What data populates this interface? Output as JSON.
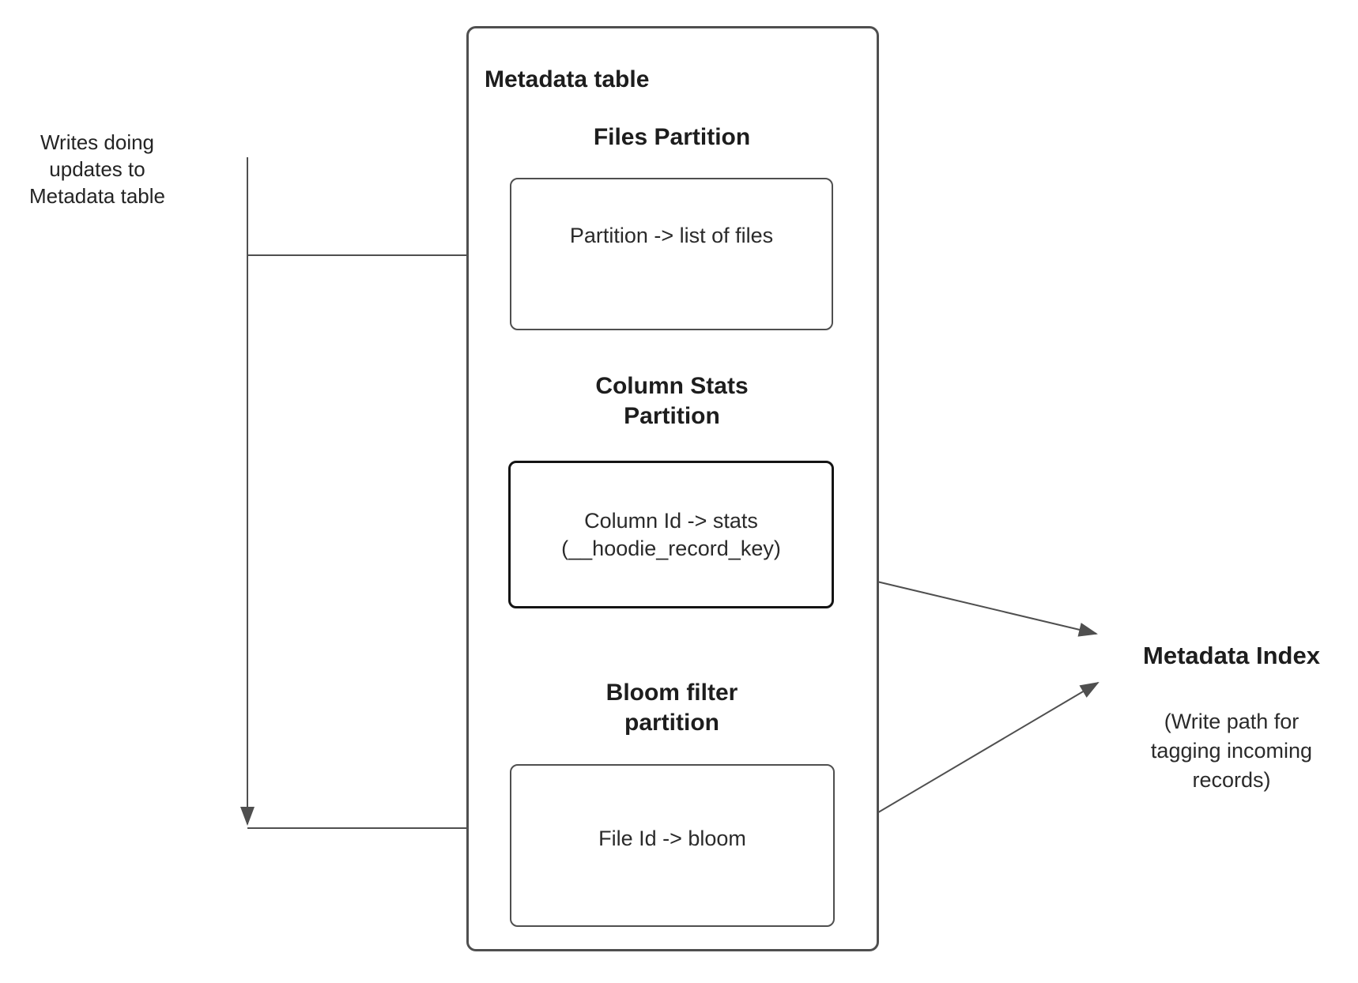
{
  "diagram": {
    "left_note": "Writes doing\nupdates to\nMetadata table",
    "metadata_table": {
      "title": "Metadata table",
      "sections": [
        {
          "heading": "Files Partition",
          "mapping": "Partition -> list of files"
        },
        {
          "heading": "Column Stats\nPartition",
          "mapping": "Column Id  -> stats\n(__hoodie_record_key)"
        },
        {
          "heading": "Bloom filter\npartition",
          "mapping": "File Id -> bloom"
        }
      ]
    },
    "metadata_index": {
      "title": "Metadata Index",
      "subtitle": "(Write path for\ntagging incoming\nrecords)"
    },
    "colors": {
      "background": "#ffffff",
      "connector_line": "#4f4f4f",
      "box_border": "#4f4f4f",
      "stats_box_border": "#141414",
      "text": "#242424"
    }
  }
}
